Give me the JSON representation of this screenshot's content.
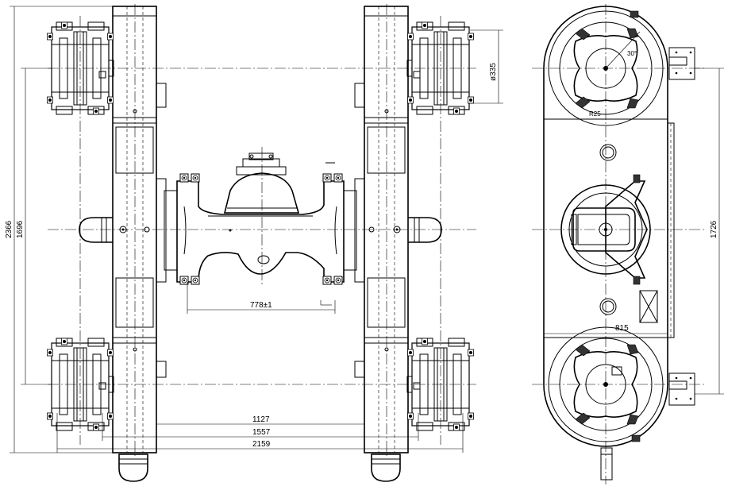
{
  "drawing": {
    "stroke_color": "#000000",
    "background": "#ffffff"
  },
  "dimensions": {
    "overall_height": "2366",
    "wheelbase_left": "1696",
    "bore_diameter": "ø335",
    "axle_span": "778±1",
    "track_1127": "1127",
    "track_1557": "1557",
    "track_2159": "2159",
    "side_height": "1726",
    "side_width": "815"
  },
  "annotations": {
    "top_ring_angle": "30°",
    "top_ring_radius": "R25"
  }
}
